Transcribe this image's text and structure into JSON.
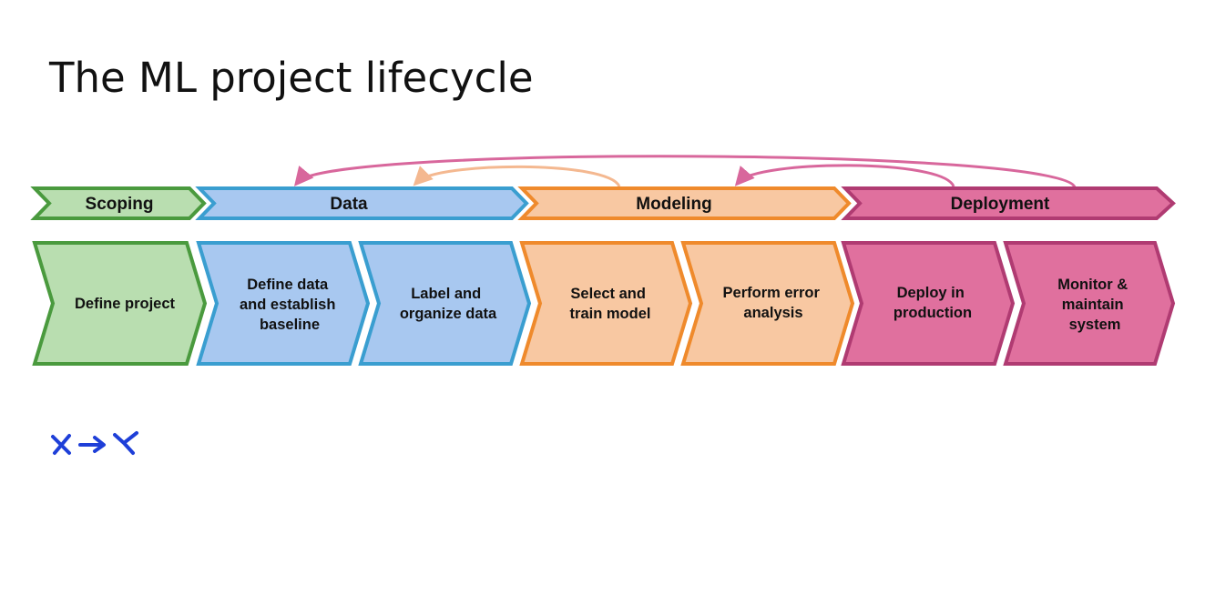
{
  "title": "The ML project lifecycle",
  "colors": {
    "scoping": {
      "fill": "#b9deb0",
      "stroke": "#4a9a3e"
    },
    "data": {
      "fill": "#a8c8f0",
      "stroke": "#3a9ed0"
    },
    "modeling": {
      "fill": "#f8c8a2",
      "stroke": "#ef8a2c"
    },
    "deployment": {
      "fill": "#e0709e",
      "stroke": "#b03b72"
    },
    "arrow_pink": "#d8679c",
    "arrow_peach": "#f4b890",
    "handwriting": "#1e3fd8"
  },
  "phases": [
    {
      "label": "Scoping",
      "color": "scoping"
    },
    {
      "label": "Data",
      "color": "data"
    },
    {
      "label": "Modeling",
      "color": "modeling"
    },
    {
      "label": "Deployment",
      "color": "deployment"
    }
  ],
  "steps": [
    {
      "lines": [
        "Define project"
      ],
      "color": "scoping"
    },
    {
      "lines": [
        "Define data",
        "and establish",
        "baseline"
      ],
      "color": "data"
    },
    {
      "lines": [
        "Label and",
        "organize data"
      ],
      "color": "data"
    },
    {
      "lines": [
        "Select and",
        "train model"
      ],
      "color": "modeling"
    },
    {
      "lines": [
        "Perform error",
        "analysis"
      ],
      "color": "modeling"
    },
    {
      "lines": [
        "Deploy in",
        "production"
      ],
      "color": "deployment"
    },
    {
      "lines": [
        "Monitor &",
        "maintain",
        "system"
      ],
      "color": "deployment"
    }
  ],
  "feedback_arrows": [
    {
      "from": "Deployment",
      "to": "Data",
      "color": "arrow_pink"
    },
    {
      "from": "Modeling",
      "to": "Data",
      "color": "arrow_peach"
    },
    {
      "from": "Deployment",
      "to": "Modeling",
      "color": "arrow_pink"
    }
  ],
  "annotation": {
    "text": "X → Y",
    "style": "handwritten"
  }
}
